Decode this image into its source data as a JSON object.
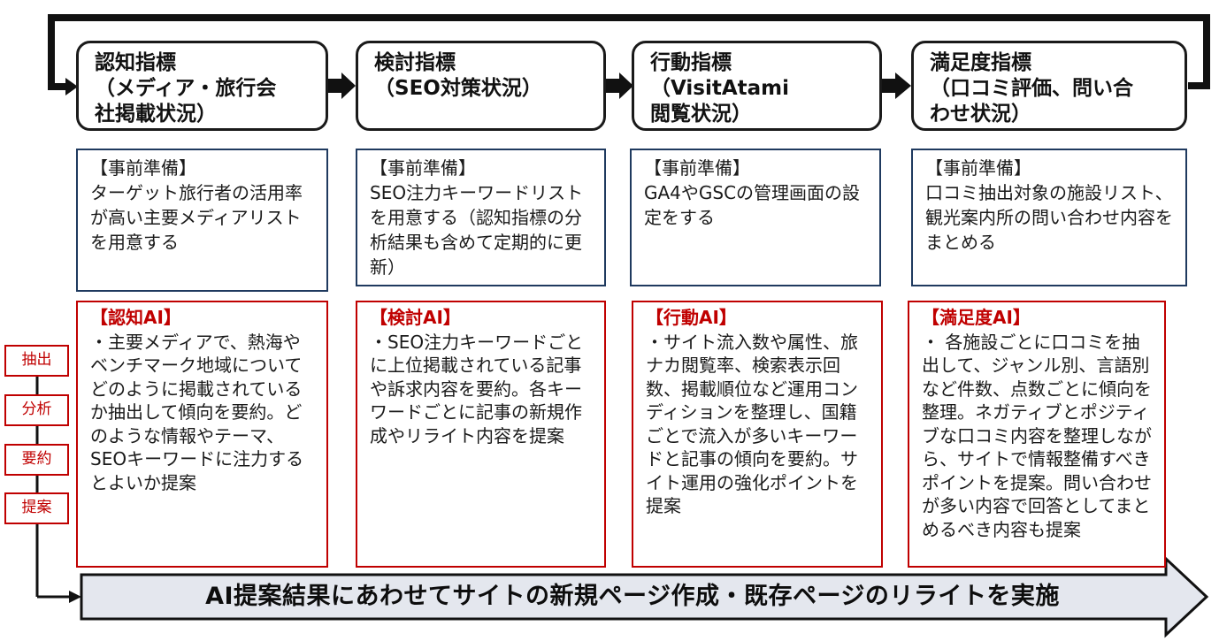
{
  "stages": [
    {
      "title": "認知指標",
      "subtitle": "（メディア・旅行会\n社掲載状況）"
    },
    {
      "title": "検討指標",
      "subtitle": "（SEO対策状況）"
    },
    {
      "title": "行動指標",
      "subtitle": "（VisitAtami\n閲覧状況）"
    },
    {
      "title": "満足度指標",
      "subtitle": "（口コミ評価、問い合\nわせ状況）"
    }
  ],
  "prep": [
    {
      "heading": "【事前準備】",
      "body": "ターゲット旅行者の活用率が高い主要メディアリストを用意する"
    },
    {
      "heading": "【事前準備】",
      "body": "SEO注力キーワードリストを用意する（認知指標の分析結果も含めて定期的に更新）"
    },
    {
      "heading": "【事前準備】",
      "body": "GA4やGSCの管理画面の設定をする"
    },
    {
      "heading": "【事前準備】",
      "body": "口コミ抽出対象の施設リスト、観光案内所の問い合わせ内容をまとめる"
    }
  ],
  "ai": [
    {
      "heading": "【認知AI】",
      "body": "・主要メディアで、熱海やベンチマーク地域についてどのように掲載されているか抽出して傾向を要約。どのような情報やテーマ、SEOキーワードに注力するとよいか提案"
    },
    {
      "heading": "【検討AI】",
      "body": "・SEO注力キーワードごとに上位掲載されている記事や訴求内容を要約。各キーワードごとに記事の新規作成やリライト内容を提案"
    },
    {
      "heading": "【行動AI】",
      "body": "・サイト流入数や属性、旅ナカ閲覧率、検索表示回数、掲載順位など運用コンディションを整理し、国籍ごとで流入が多いキーワードと記事の傾向を要約。サイト運用の強化ポイントを提案"
    },
    {
      "heading": "【満足度AI】",
      "body": "・ 各施設ごとに口コミを抽出して、ジャンル別、言語別など件数、点数ごとに傾向を整理。ネガティブとポジティブな口コミ内容を整理しながら、サイトで情報整備すべきポイントを提案。問い合わせが多い内容で回答としてまとめるべき内容も提案"
    }
  ],
  "side_steps": [
    "抽出",
    "分析",
    "要約",
    "提案"
  ],
  "banner": "AI提案結果にあわせてサイトの新規ページ作成・既存ページのリライトを実施",
  "colors": {
    "ai_border": "#c00000",
    "prep_border": "#1f3a5f",
    "stage_border": "#1a1a1a",
    "banner_fill": "#e4e7ee"
  }
}
